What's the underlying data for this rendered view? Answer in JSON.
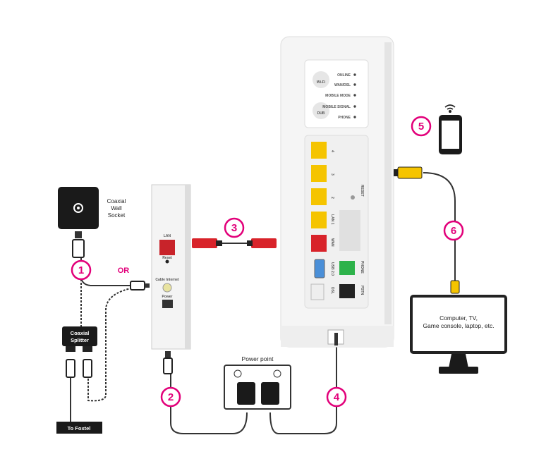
{
  "colors": {
    "accent": "#e2007a",
    "lan": "#f5c400",
    "wan": "#d8232a",
    "phone": "#2db24a"
  },
  "steps": [
    "1",
    "2",
    "3",
    "4",
    "5",
    "6"
  ],
  "labels": {
    "wall_socket": [
      "Coaxial",
      "Wall",
      "Socket"
    ],
    "or": "OR",
    "splitter": [
      "Coaxial",
      "Splitter"
    ],
    "foxtel": "To Foxtel",
    "power_point": "Power point",
    "computer": [
      "Computer, TV,",
      "Game console, laptop, etc."
    ]
  },
  "modem": {
    "lan": "LAN",
    "reset": "Reset",
    "cable": "Cable Internet",
    "power": "Power"
  },
  "router": {
    "wifi": "Wi-Fi",
    "dub": "DUB",
    "leds": [
      "ONLINE",
      "WAN/DSL",
      "MOBILE MODE",
      "MOBILE SIGNAL",
      "PHONE"
    ],
    "ports": [
      "4",
      "3",
      "2",
      "LAN 1",
      "WAN",
      "USB 2.0",
      "DSL",
      "PHONE",
      "PSTN"
    ],
    "reset": "RESET"
  }
}
